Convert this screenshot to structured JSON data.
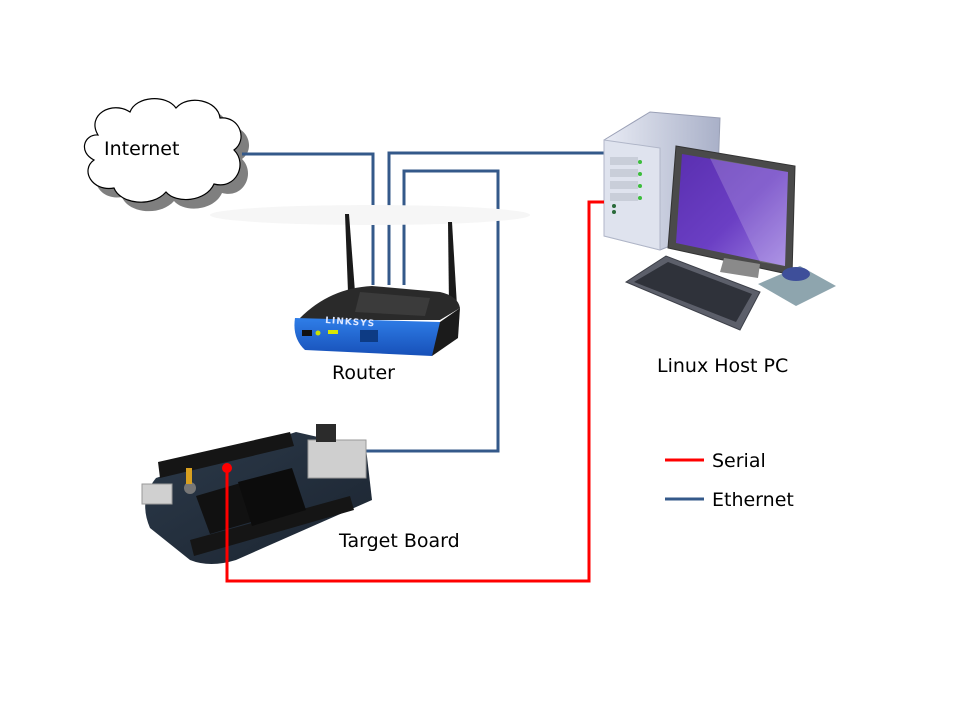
{
  "nodes": {
    "internet": {
      "label": "Internet"
    },
    "router": {
      "label": "Router"
    },
    "host": {
      "label": "Linux Host PC"
    },
    "board": {
      "label": "Target Board"
    }
  },
  "legend": {
    "items": [
      {
        "label": "Serial",
        "color": "#ff0000"
      },
      {
        "label": "Ethernet",
        "color": "#34598a"
      }
    ]
  },
  "connections": [
    {
      "type": "Ethernet",
      "from": "Internet",
      "to": "Router"
    },
    {
      "type": "Ethernet",
      "from": "Router",
      "to": "Linux Host PC"
    },
    {
      "type": "Ethernet",
      "from": "Router",
      "to": "Target Board"
    },
    {
      "type": "Serial",
      "from": "Linux Host PC",
      "to": "Target Board"
    }
  ],
  "colors": {
    "ethernet": "#34598a",
    "serial": "#ff0000"
  }
}
